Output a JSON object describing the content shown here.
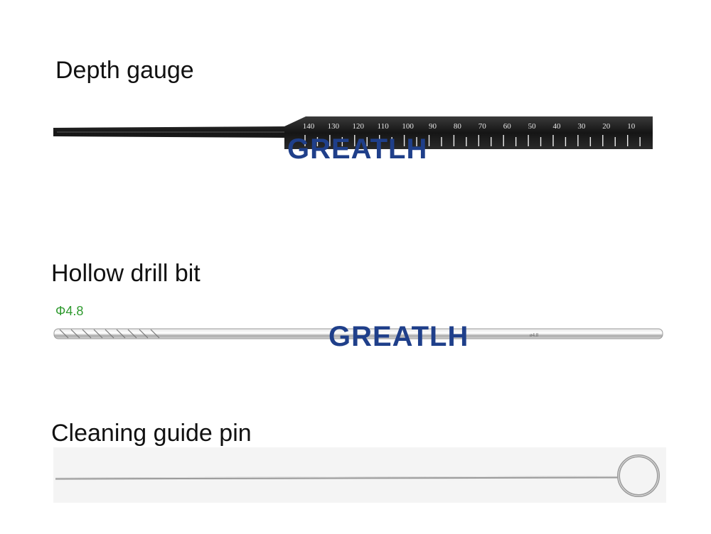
{
  "sections": [
    {
      "title": "Depth gauge"
    },
    {
      "title": "Hollow drill bit",
      "size_label": "Φ4.8",
      "engraving": "ø4.8"
    },
    {
      "title": "Cleaning guide pin"
    }
  ],
  "watermark": "GREATLH",
  "gauge_scale": [
    "140",
    "130",
    "120",
    "110",
    "100",
    "90",
    "80",
    "70",
    "60",
    "50",
    "40",
    "30",
    "20",
    "10"
  ],
  "colors": {
    "gauge_body": "#1b1b1b",
    "size_label": "#2f9a2f",
    "watermark": "#1f3f8a",
    "steel": "#c9c9c9"
  }
}
